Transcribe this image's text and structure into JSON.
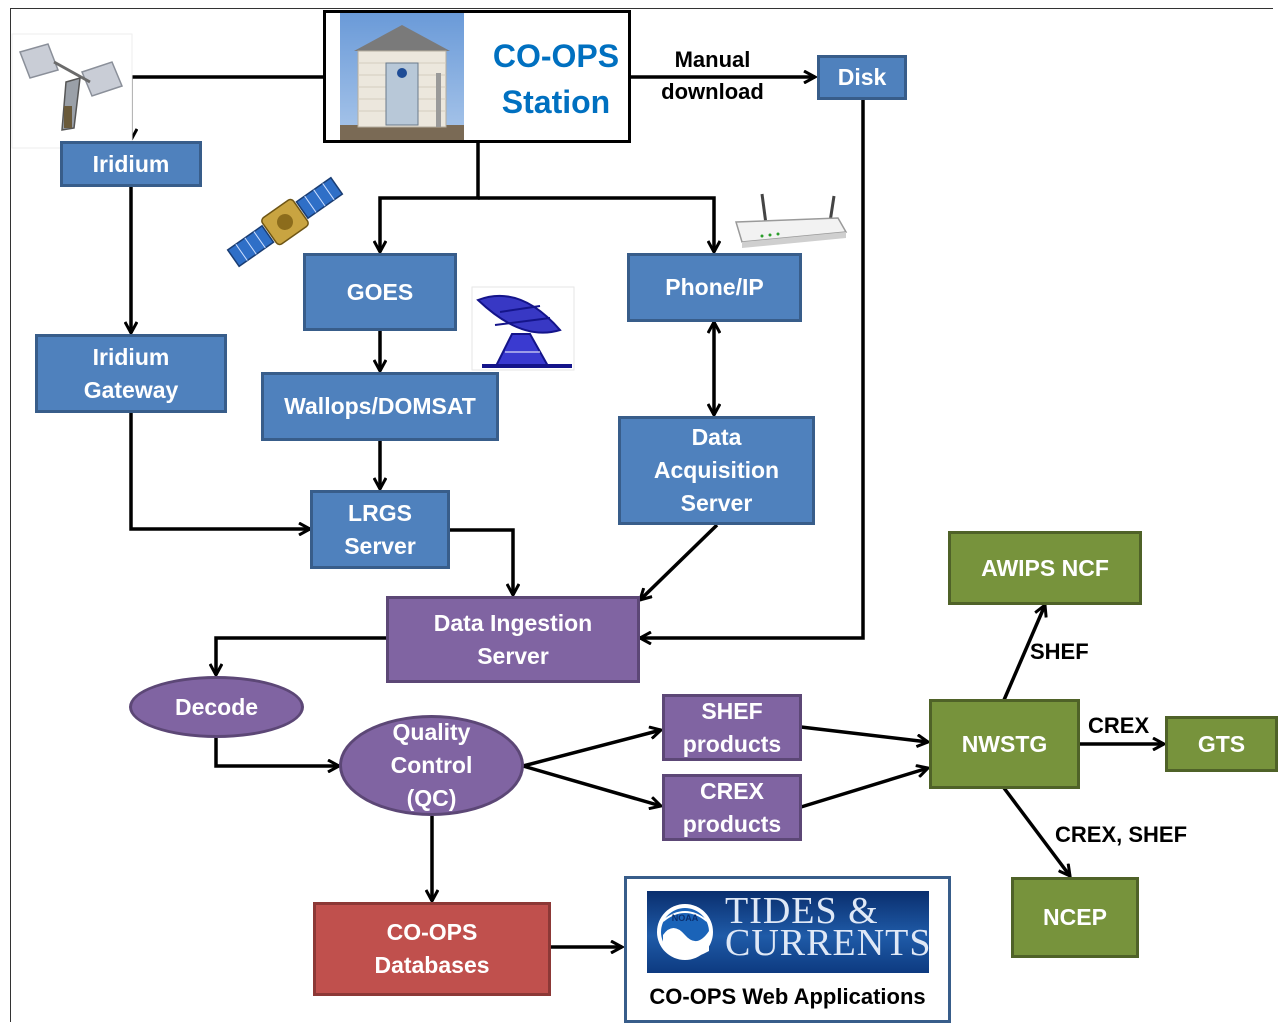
{
  "station": {
    "line1": "CO-OPS",
    "line2": "Station"
  },
  "nodes": {
    "disk": "Disk",
    "iridium": "Iridium",
    "iridium_gateway": [
      "Iridium",
      "Gateway"
    ],
    "goes": "GOES",
    "wallops": "Wallops/DOMSAT",
    "lrgs": [
      "LRGS",
      "Server"
    ],
    "phone_ip": "Phone/IP",
    "data_acq": [
      "Data",
      "Acquisition",
      "Server"
    ],
    "data_ingest": [
      "Data Ingestion",
      "Server"
    ],
    "decode": "Decode",
    "qc": [
      "Quality",
      "Control",
      "(QC)"
    ],
    "shef_products": [
      "SHEF",
      "products"
    ],
    "crex_products": [
      "CREX",
      "products"
    ],
    "nwstg": "NWSTG",
    "awips": "AWIPS NCF",
    "gts": "GTS",
    "ncep": "NCEP",
    "databases": [
      "CO-OPS",
      "Databases"
    ]
  },
  "edge_labels": {
    "manual_download": [
      "Manual",
      "download"
    ],
    "shef": "SHEF",
    "crex": "CREX",
    "crex_shef": "CREX, SHEF"
  },
  "web_app": {
    "banner_logo": "NOAA",
    "banner_line1": "TIDES &",
    "banner_line2": "CURRENTS",
    "label": "CO-OPS Web Applications"
  },
  "colors": {
    "blue": "#4f81bd",
    "purple": "#8064a2",
    "green": "#77933c",
    "red": "#c0504d",
    "station_title": "#0070c0"
  }
}
